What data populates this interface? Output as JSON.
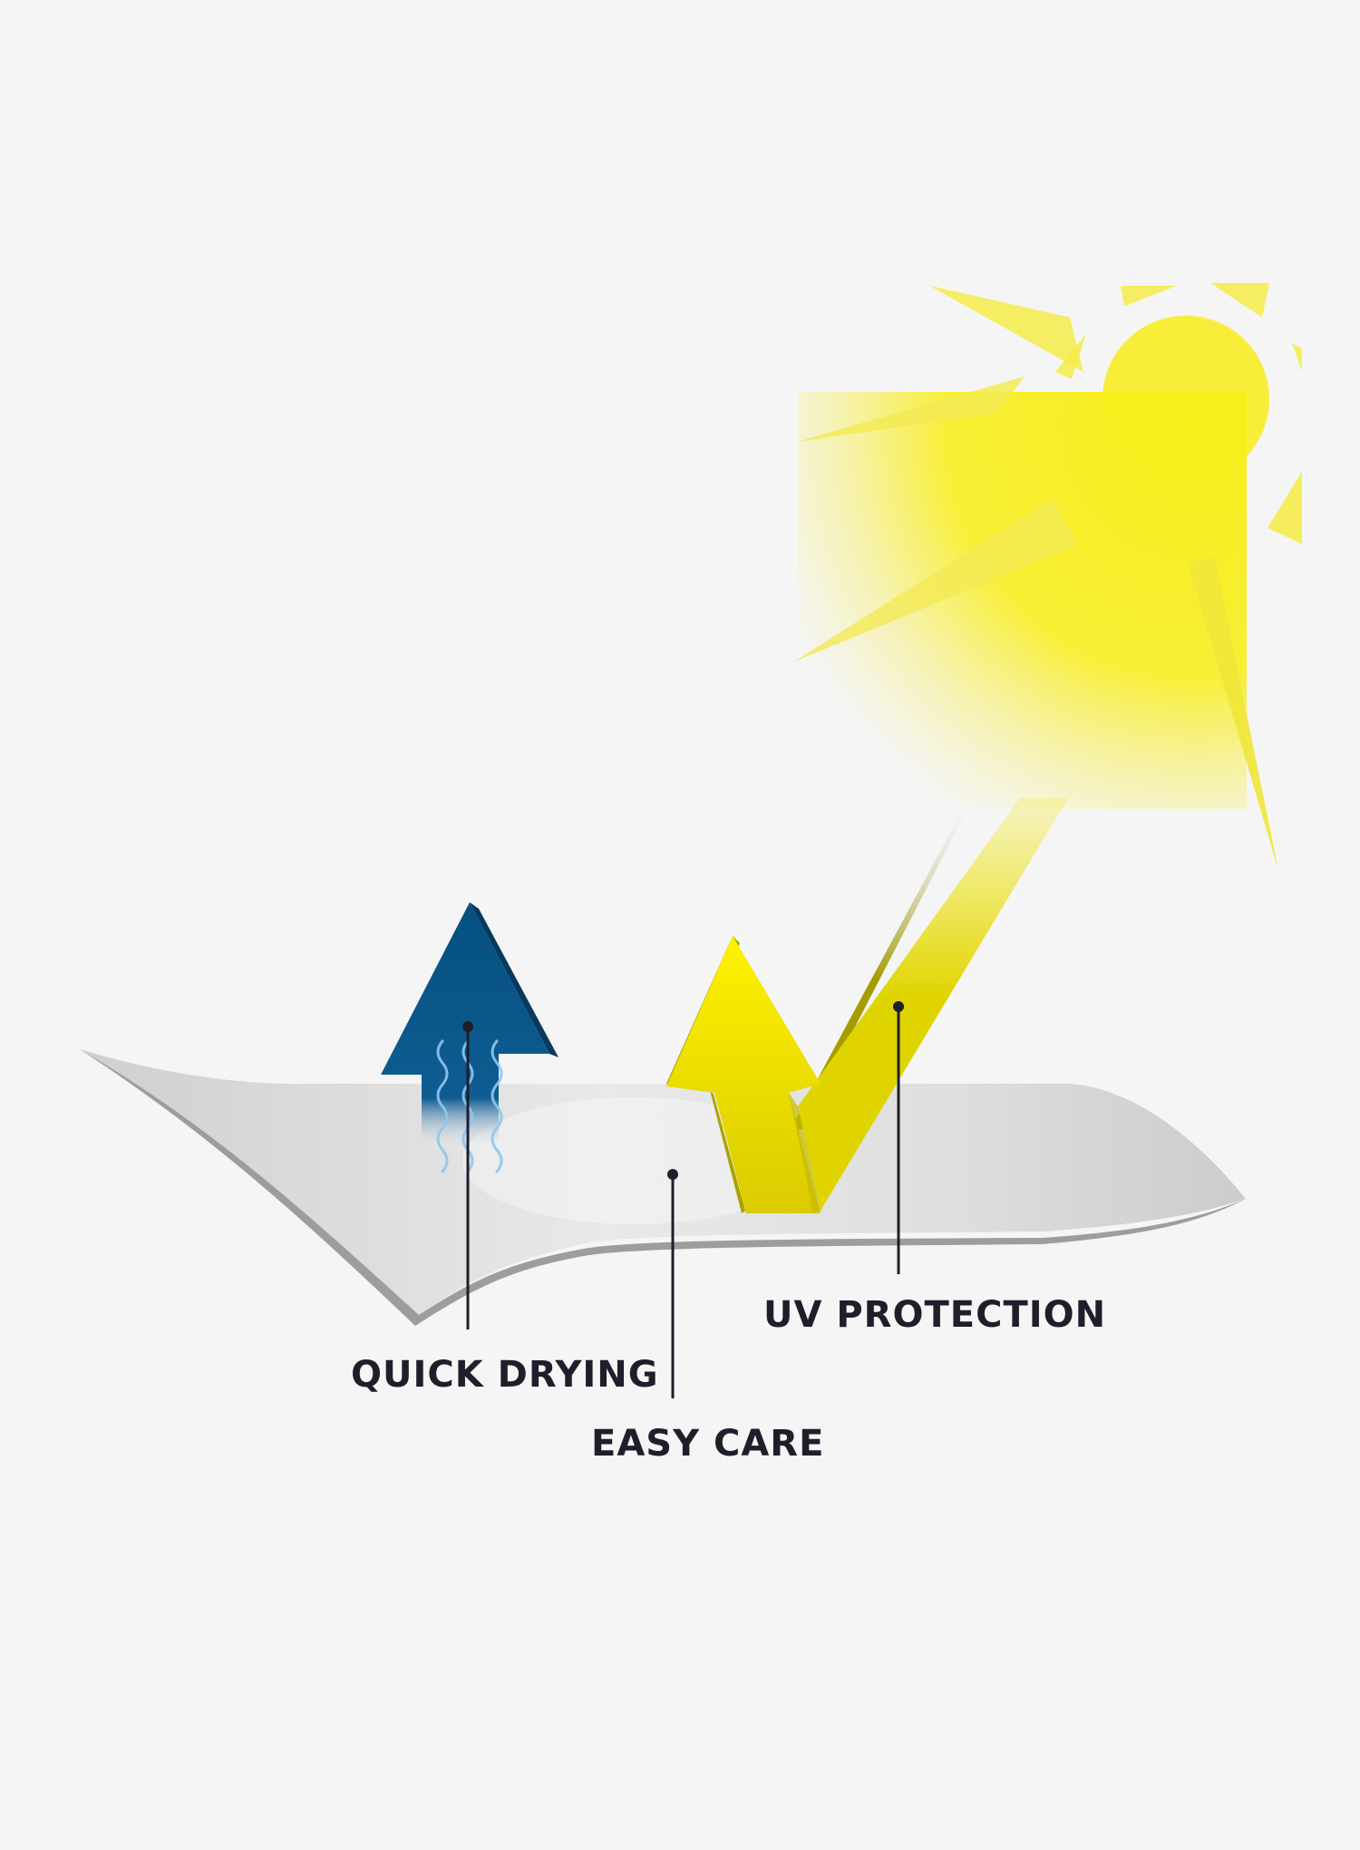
{
  "labels": {
    "quick_drying": "QUICK DRYING",
    "easy_care": "EASY CARE",
    "uv_protection": "UV PROTECTION"
  },
  "icons": {
    "sun": "sun-icon",
    "moisture_arrow": "arrow-up-icon",
    "uv_reflect_arrow": "reflect-arrow-icon"
  },
  "colors": {
    "background": "#f5f5f5",
    "fabric": "#d3d3d3",
    "fabric_edge": "#9d9d9d",
    "moisture_blue": "#05507f",
    "sun_yellow": "#f6ec00",
    "uv_arrow_yellow": "#f1e300",
    "uv_arrow_shadow": "#a9a200",
    "leader_line": "#1f1e2b"
  }
}
